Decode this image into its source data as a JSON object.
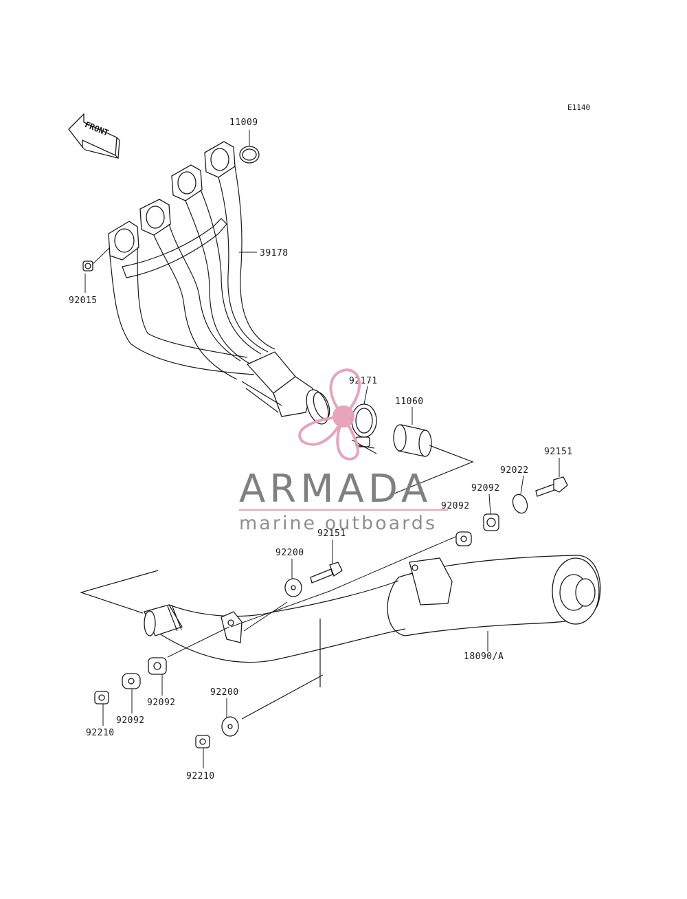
{
  "diagram": {
    "code": "E1140",
    "front_marker": "FRONT",
    "parts": [
      {
        "number": "11009",
        "name": "gasket"
      },
      {
        "number": "39178",
        "name": "header pipe"
      },
      {
        "number": "92015",
        "name": "nut"
      },
      {
        "number": "92171",
        "name": "clamp"
      },
      {
        "number": "11060",
        "name": "gasket sleeve"
      },
      {
        "number": "92151",
        "name": "bolt upper"
      },
      {
        "number": "92022",
        "name": "washer"
      },
      {
        "number": "92092",
        "name": "bushing upper right"
      },
      {
        "number": "92092",
        "name": "bushing upper left"
      },
      {
        "number": "92151",
        "name": "bolt middle"
      },
      {
        "number": "92200",
        "name": "washer upper"
      },
      {
        "number": "18090/A",
        "name": "muffler"
      },
      {
        "number": "92092",
        "name": "bushing lower right"
      },
      {
        "number": "92092",
        "name": "bushing lower left"
      },
      {
        "number": "92210",
        "name": "nut left"
      },
      {
        "number": "92200",
        "name": "washer lower"
      },
      {
        "number": "92210",
        "name": "nut lower"
      }
    ]
  },
  "watermark": {
    "title": "ARMADA",
    "subtitle": "marine outboards",
    "accent_color": "#e6a0b8",
    "text_color": "#7a7a7a"
  }
}
